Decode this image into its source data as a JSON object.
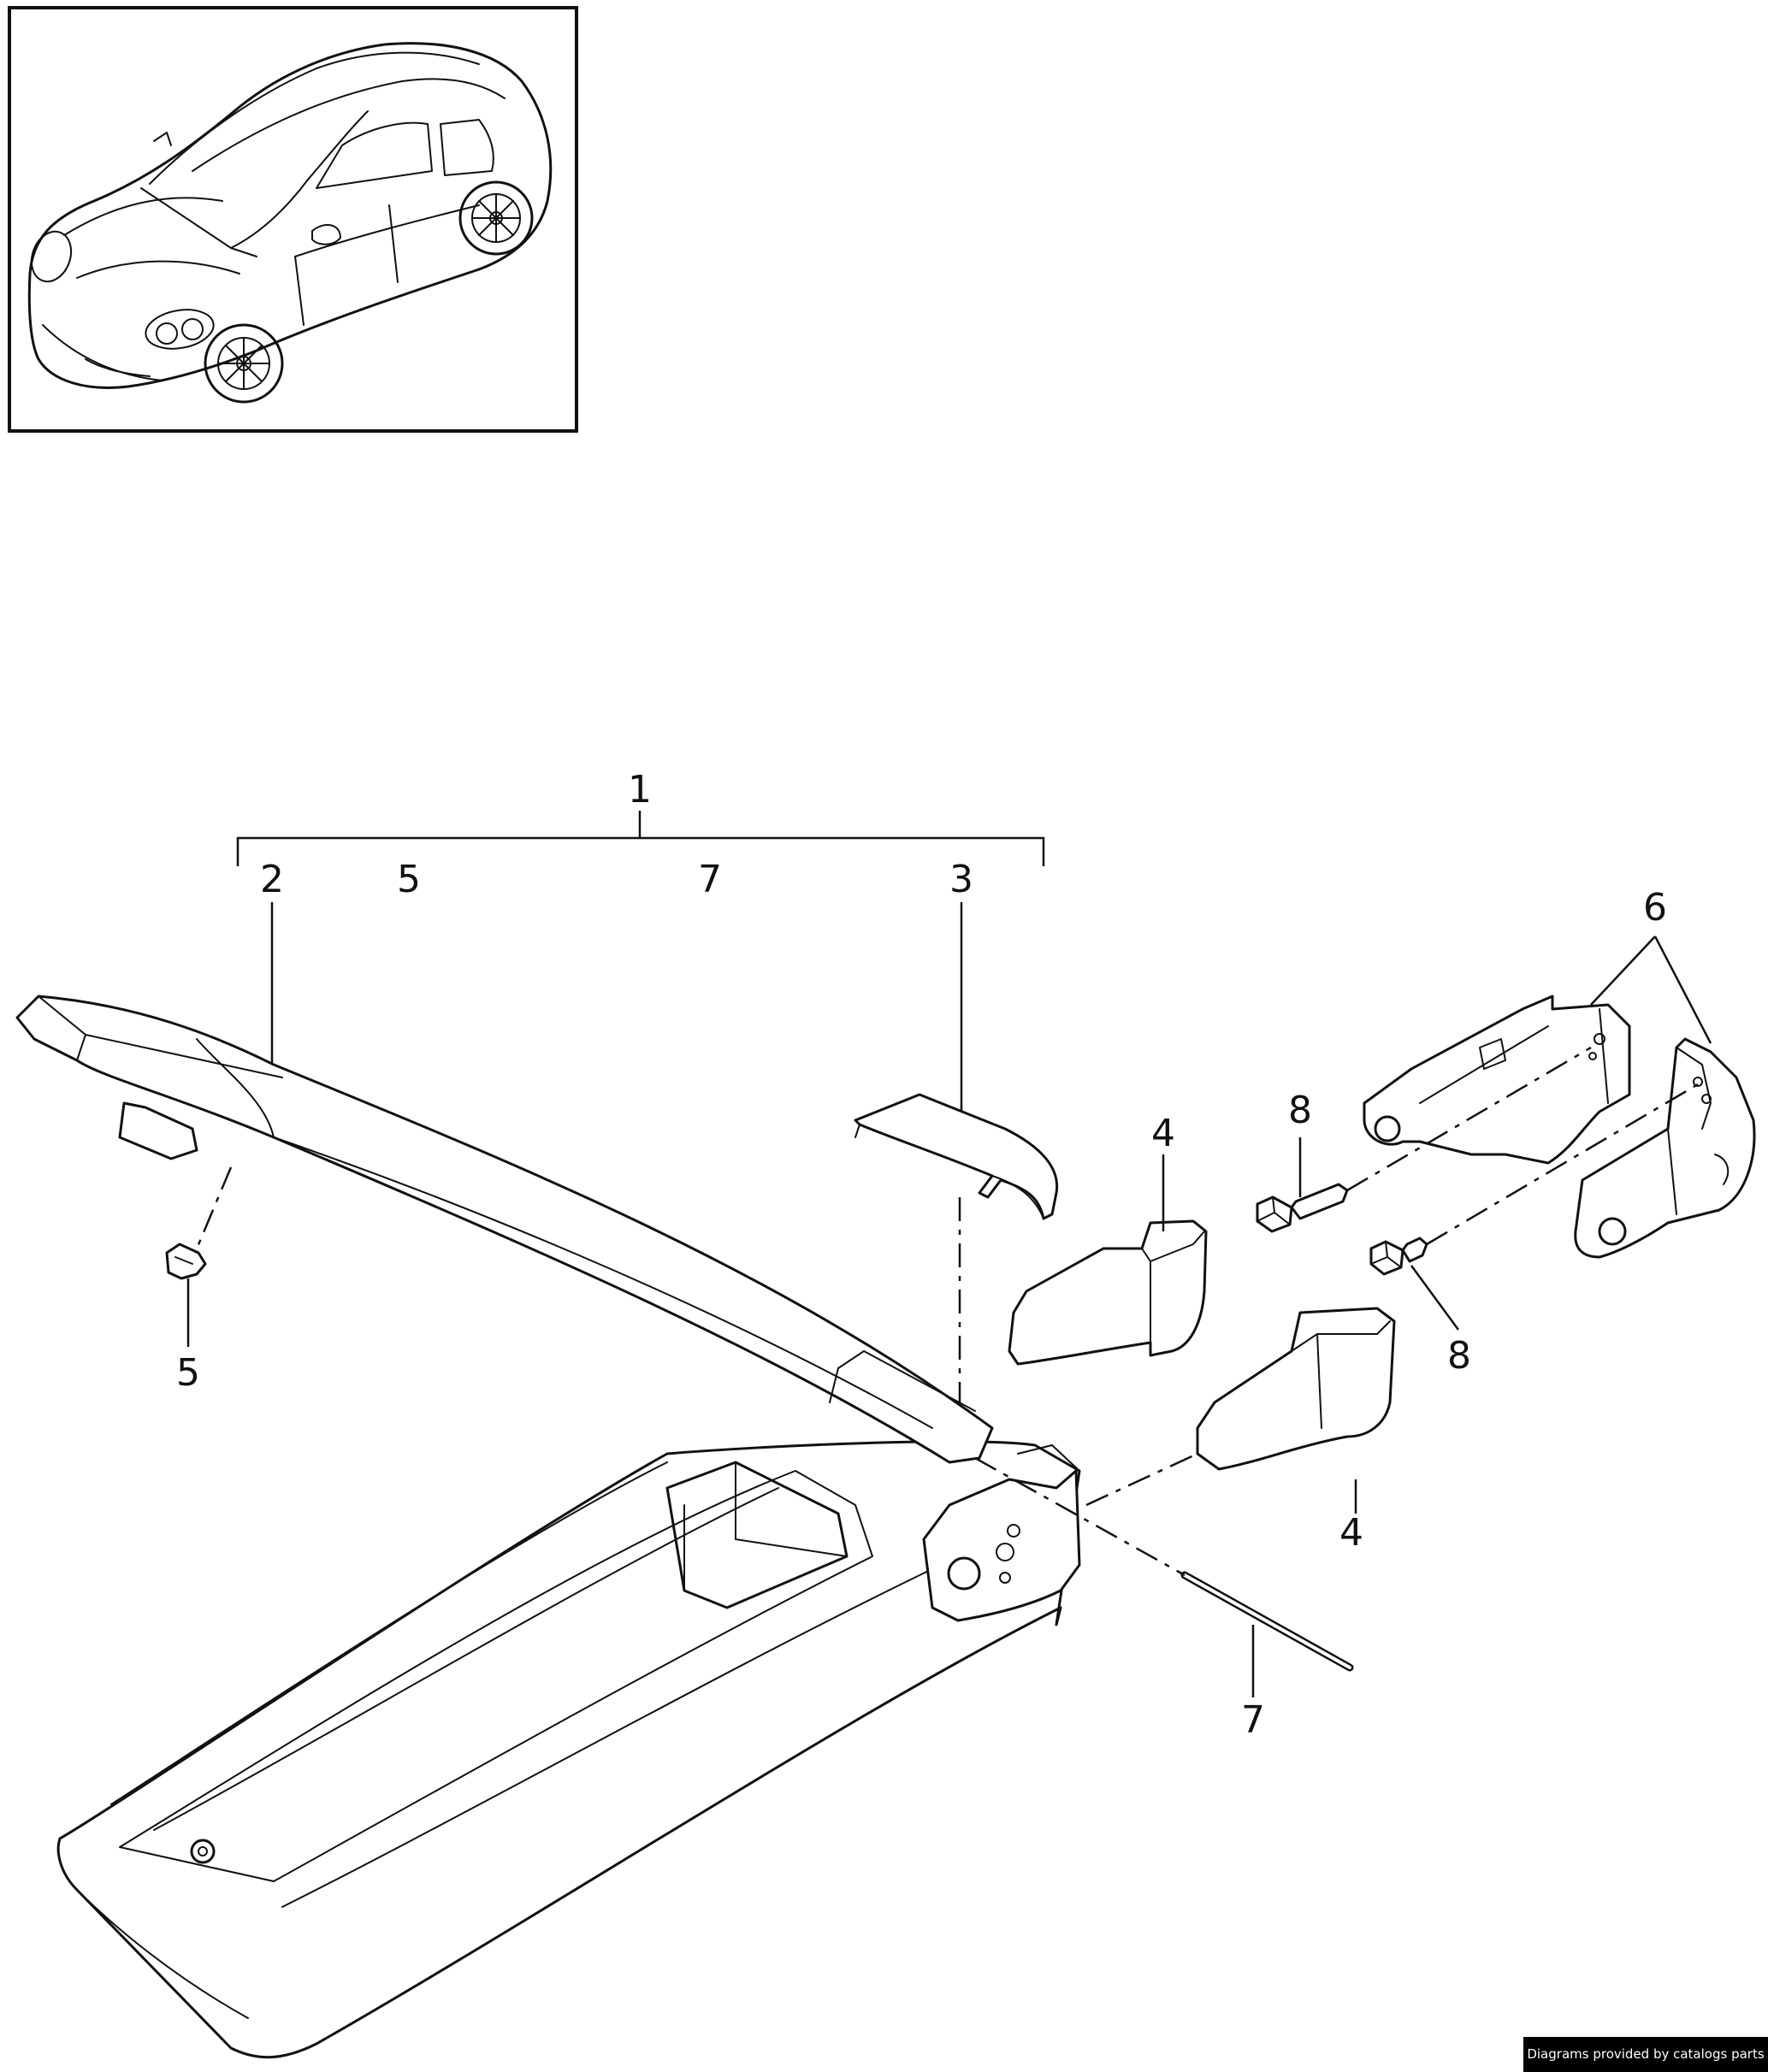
{
  "callouts": {
    "assembly": "1",
    "sub_2": "2",
    "sub_5": "5",
    "sub_7": "7",
    "sub_3": "3",
    "part_2": "2",
    "part_3": "3",
    "part_4_upper": "4",
    "part_4_lower": "4",
    "part_5": "5",
    "part_6": "6",
    "part_7": "7",
    "part_8_upper": "8",
    "part_8_lower": "8"
  },
  "footer": {
    "credit": "Diagrams provided by catalogs parts"
  }
}
